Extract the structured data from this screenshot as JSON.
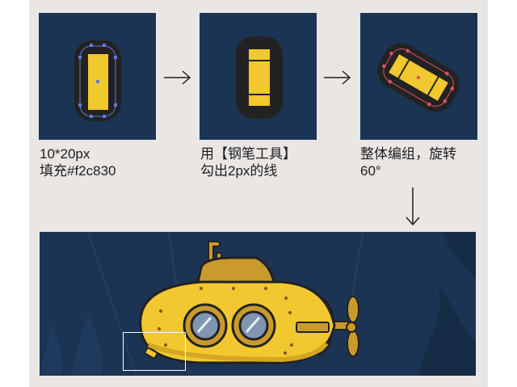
{
  "steps": [
    {
      "line1": "10*20px",
      "line2": "填充#f2c830"
    },
    {
      "line1": "用【钢笔工具】",
      "line2": "勾出2px的线"
    },
    {
      "line1": "整体编组，旋转",
      "line2": "60°"
    }
  ],
  "colors": {
    "panel_bg": "#1b3454",
    "fill_yellow": "#f2c830",
    "outline_dark": "#222222",
    "selection_blue": "#5b7dd6",
    "selection_red": "#e0506a"
  },
  "icons": {
    "arrow1": "arrow-right-icon",
    "arrow2": "arrow-right-icon",
    "arrow3": "arrow-down-icon"
  }
}
